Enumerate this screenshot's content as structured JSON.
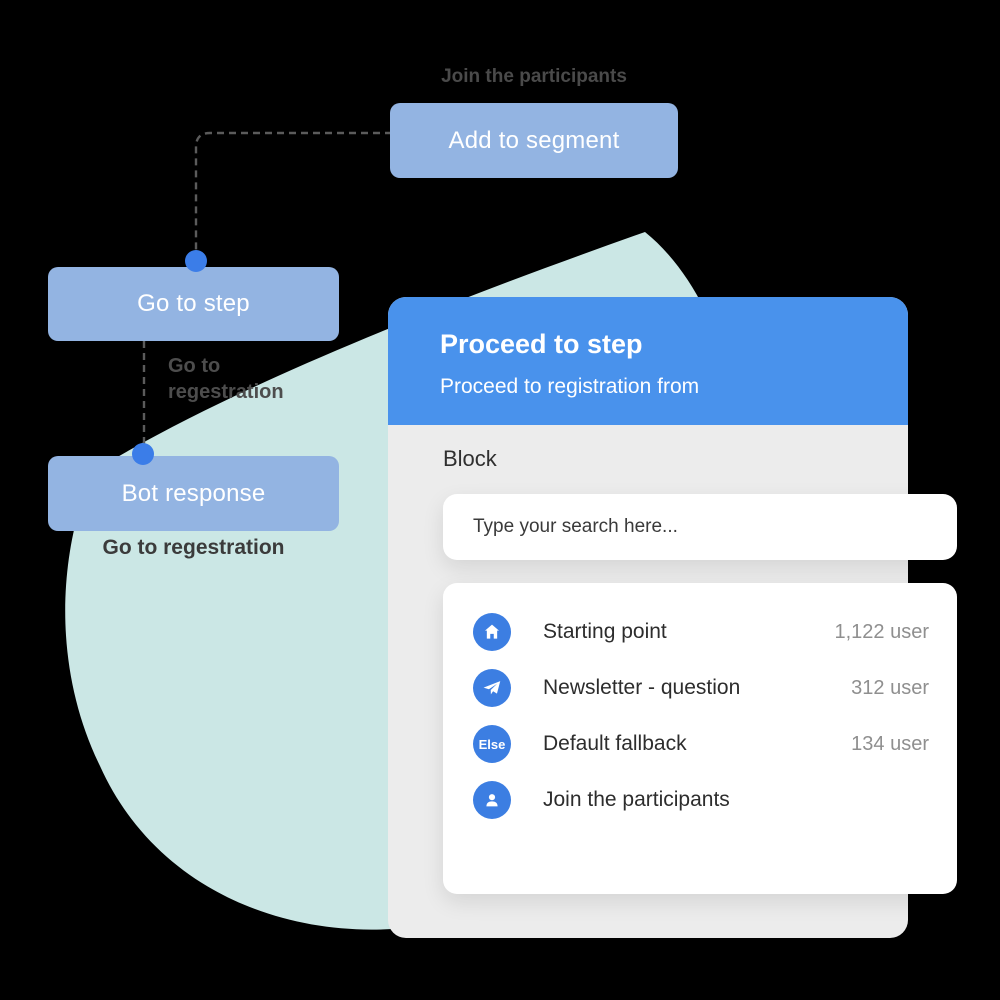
{
  "colors": {
    "header_blue": "#4992ec",
    "node_blue": "#93b4e2",
    "icon_blue": "#3c7ee2",
    "dot_blue": "#3b7de8",
    "blob_teal": "#cbe7e5",
    "modal_gray": "#ececec",
    "count_gray": "#8f8f8f"
  },
  "flow": {
    "top_caption": "Join the participants",
    "node_add_to_segment": "Add to segment",
    "node_go_to_step": "Go to step",
    "node_bot_response": "Bot response",
    "edge_caption_line1": "Go to",
    "edge_caption_line2": "regestration",
    "bottom_caption": "Go to regestration"
  },
  "modal": {
    "title": "Proceed to step",
    "subtitle": "Proceed to registration from",
    "section_label": "Block",
    "search_placeholder": "Type your search here...",
    "list": [
      {
        "icon": "home-icon",
        "label": "Starting point",
        "count": "1,122 user"
      },
      {
        "icon": "telegram-icon",
        "label": "Newsletter - question",
        "count": "312 user"
      },
      {
        "icon": "else-badge-icon",
        "badge_text": "Else",
        "label": "Default fallback",
        "count": "134 user"
      },
      {
        "icon": "person-icon",
        "label": "Join the participants",
        "count": ""
      }
    ]
  }
}
